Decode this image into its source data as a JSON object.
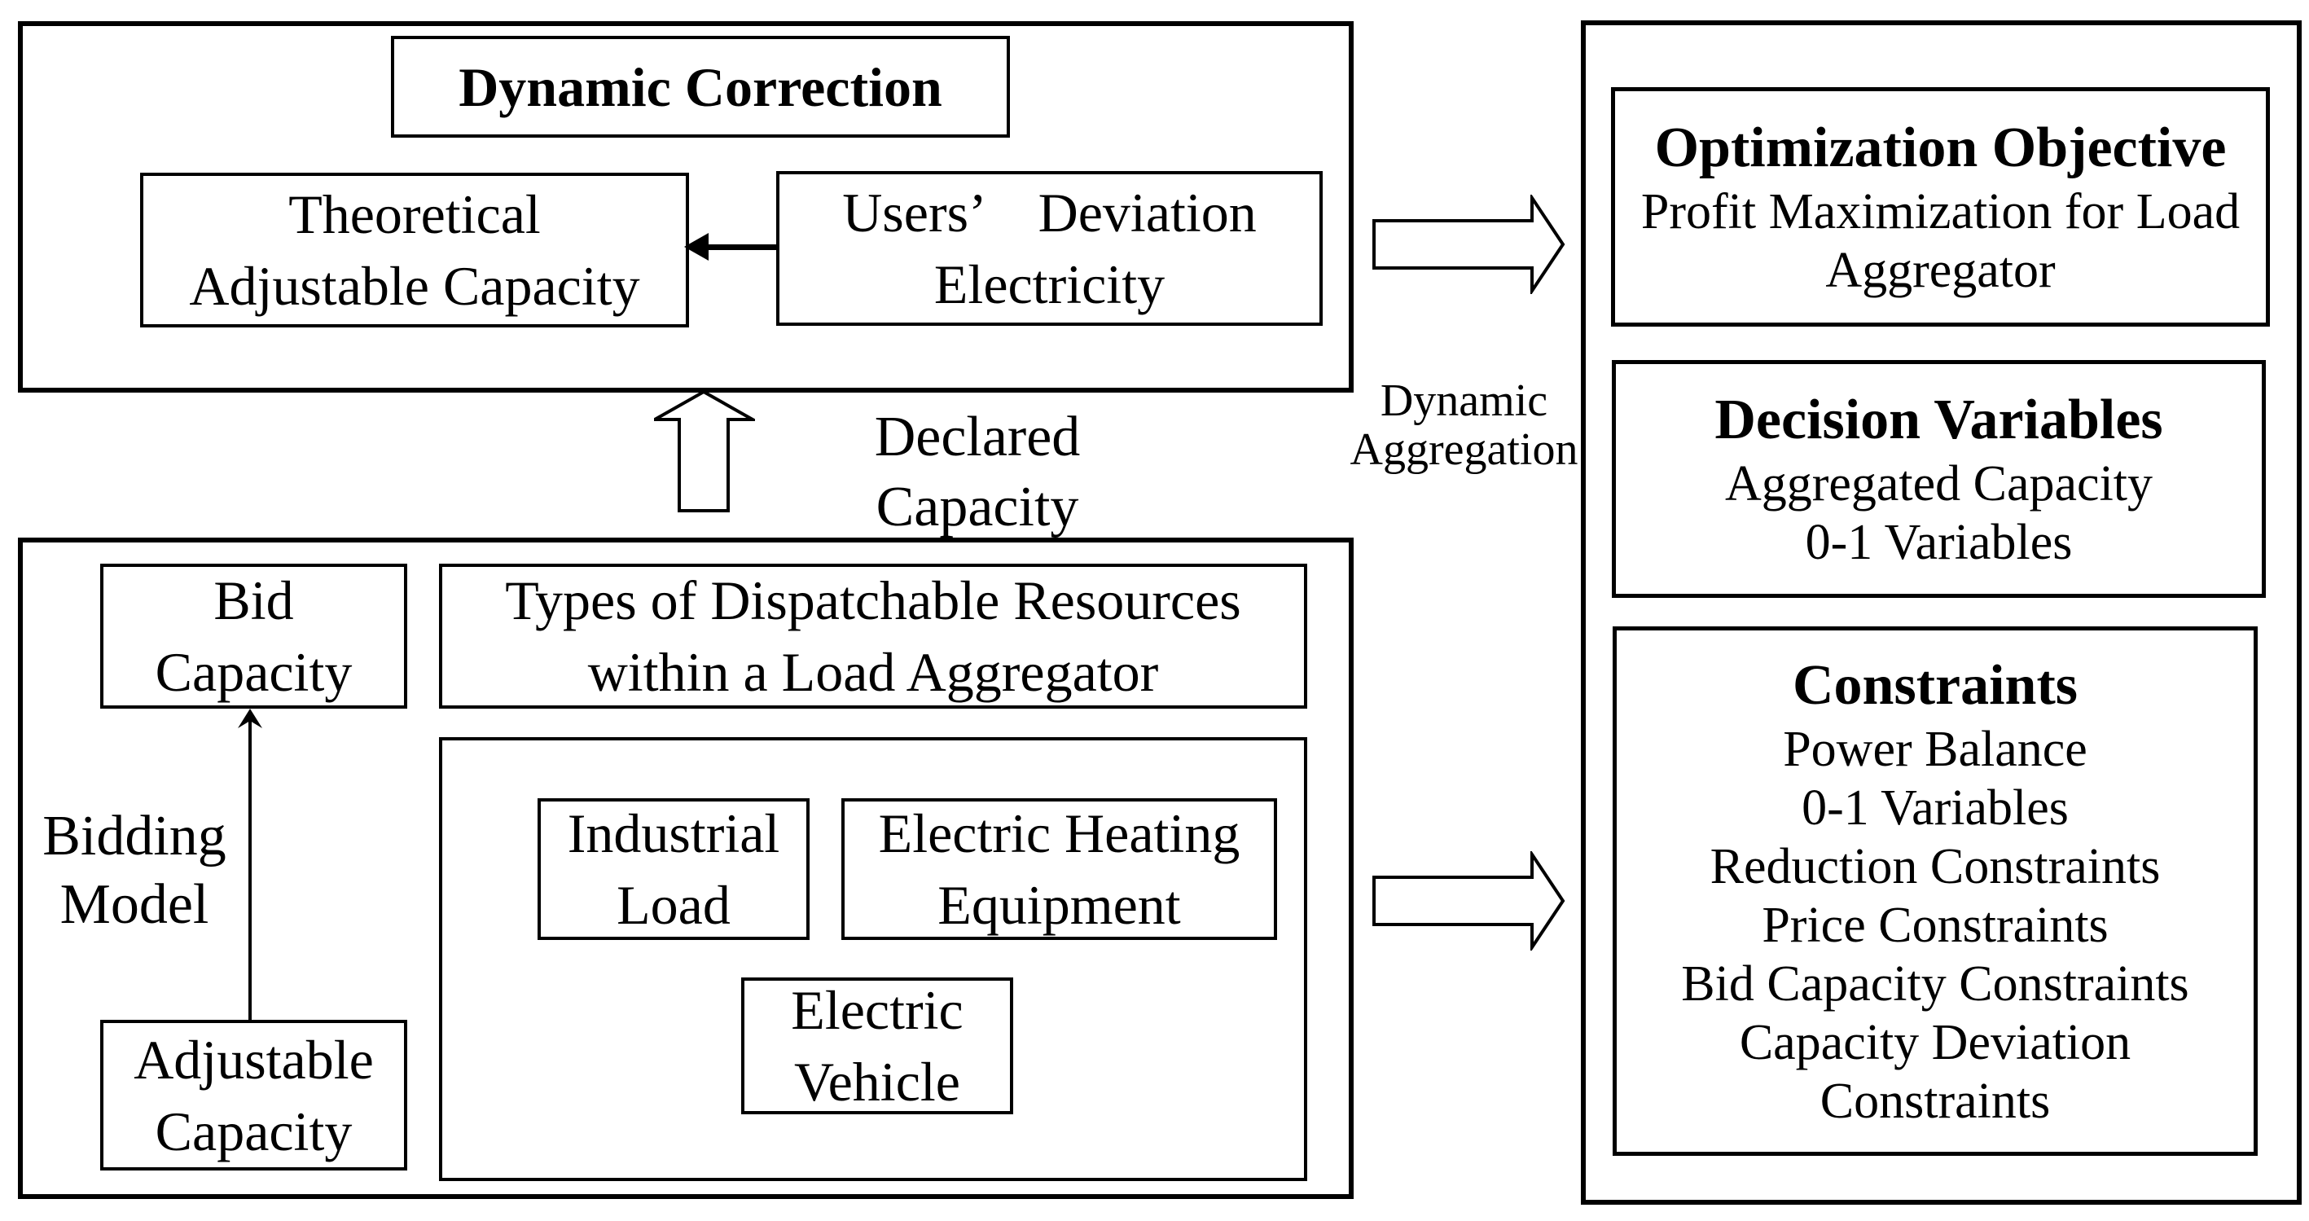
{
  "colors": {
    "background": "#ffffff",
    "line": "#000000"
  },
  "dynamic_correction_panel": {
    "title": "Dynamic Correction",
    "theoretical_box": {
      "line1": "Theoretical",
      "line2": "Adjustable Capacity"
    },
    "users_box": {
      "line1": "Users’　Deviation",
      "line2": "Electricity"
    }
  },
  "labels": {
    "declared_capacity": {
      "line1": "Declared",
      "line2": "Capacity"
    },
    "dynamic_aggregation": {
      "line1": "Dynamic",
      "line2": "Aggregation"
    },
    "bidding_model": {
      "line1": "Bidding",
      "line2": "Model"
    }
  },
  "bidding_panel": {
    "bid_capacity_box": {
      "line1": "Bid",
      "line2": "Capacity"
    },
    "adjustable_capacity_box": {
      "line1": "Adjustable",
      "line2": "Capacity"
    },
    "types_box": {
      "line1": "Types of Dispatchable Resources",
      "line2": "within a Load Aggregator"
    },
    "resource_boxes": {
      "industrial_load": {
        "line1": "Industrial",
        "line2": "Load"
      },
      "electric_heating": {
        "line1": "Electric Heating",
        "line2": "Equipment"
      },
      "electric_vehicle": {
        "line1": "Electric",
        "line2": "Vehicle"
      }
    }
  },
  "optimization_panel": {
    "objective": {
      "title": "Optimization Objective",
      "line1": "Profit Maximization for Load",
      "line2": "Aggregator"
    },
    "decision": {
      "title": "Decision Variables",
      "line1": "Aggregated Capacity",
      "line2": "0-1 Variables"
    },
    "constraints": {
      "title": "Constraints",
      "lines": [
        "Power Balance",
        "0-1 Variables",
        "Reduction Constraints",
        "Price Constraints",
        "Bid Capacity Constraints",
        "Capacity Deviation",
        "Constraints"
      ]
    }
  }
}
